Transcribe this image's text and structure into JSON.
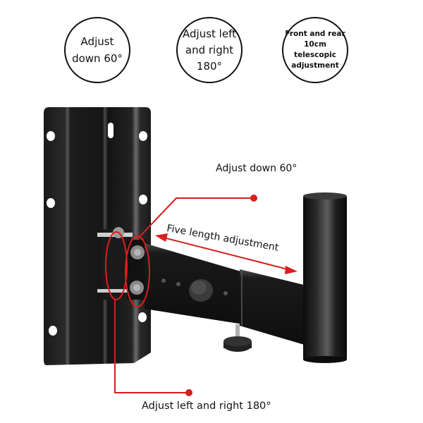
{
  "badges": [
    {
      "text": "Adjust\ndown 60°"
    },
    {
      "text": "Adjust left\nand right\n180°"
    },
    {
      "text": "Front and rear\n10cm\ntelescopic\nadjustment"
    }
  ],
  "callouts": {
    "adjust_down": "Adjust down 60°",
    "length": "Five length adjustment",
    "adjust_lr": "Adjust left and right 180°"
  },
  "colors": {
    "annotation_red": "#d81e1e",
    "metal_black": "#111111",
    "background": "#ffffff"
  }
}
